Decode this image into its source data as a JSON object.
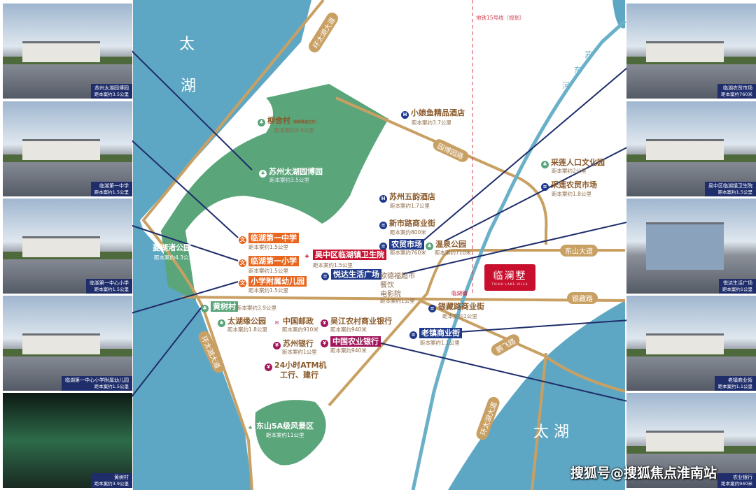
{
  "lake_labels": {
    "tai": "太",
    "hu": "湖",
    "lake_se": "太 湖"
  },
  "metro_label": "地铁15号线（规划）",
  "river_label": [
    "苏",
    "东",
    "河"
  ],
  "roads": {
    "huantaihu_top": "环太湖大道",
    "yuanboyuan": "园博园路",
    "dongshan": "东山大道",
    "yincang": "银藏路",
    "pengfei": "鹏飞路",
    "huantaihu_left": "环太湖大道",
    "huantaihu_right": "环太湖大道"
  },
  "project": {
    "name": "临澜墅",
    "subtitle": "TAIHU LAKE VILLA",
    "town": "临湖镇"
  },
  "pois": [
    {
      "name": "柳舍村",
      "note": "（南部悬崖古村）",
      "dist": "距本案约4.9公里"
    },
    {
      "name": "苏州太湖园博园",
      "dist": "距本案约3.5公里"
    },
    {
      "name": "小娘鱼精品酒店",
      "dist": "距本案约3.7公里"
    },
    {
      "name": "苏州五韵酒店",
      "dist": "距本案约1.7公里"
    },
    {
      "name": "新市路商业街",
      "dist": "距本案约800米"
    },
    {
      "name": "农贸市场",
      "dist": "距本案约760米"
    },
    {
      "name": "温泉公园",
      "dist": "距本案约710米"
    },
    {
      "name": "采莲人口文化园",
      "dist": "距本案约2公里"
    },
    {
      "name": "采莲农贸市场",
      "dist": "距本案约1.8公里"
    },
    {
      "name": "临湖第一中学",
      "dist": "距本案约1.5公里"
    },
    {
      "name": "临湖第一小学",
      "dist": "距本案约1.5公里"
    },
    {
      "name": "小学附属幼儿园",
      "dist": "距本案约1.5公里"
    },
    {
      "name": "吴中区临湖镇卫生院",
      "dist": "距本案约1.5公里"
    },
    {
      "name": "悦达生活广场",
      "extra": [
        "欧德福超市",
        "餐饮",
        "电影院"
      ],
      "dist": "距本案约1公里"
    },
    {
      "name": "菱湖渚公园",
      "dist": "距本案约4.3公里"
    },
    {
      "name": "黄树村",
      "dist": "距本案约3.9公里"
    },
    {
      "name": "银藏路商业街",
      "dist": "距本案约1公里"
    },
    {
      "name": "太湖缘公园",
      "dist": "距本案约1.8公里"
    },
    {
      "name": "中国邮政",
      "dist": "距本案约910米"
    },
    {
      "name": "吴江农村商业银行",
      "dist": "距本案约940米"
    },
    {
      "name": "苏州银行",
      "dist": "距本案约1公里"
    },
    {
      "name": "中国农业银行",
      "dist": "距本案约940米"
    },
    {
      "name": "老镇商业街",
      "dist": "距本案约1.1公里"
    },
    {
      "name": "24小时ATM机",
      "extra": [
        "工行、建行"
      ]
    },
    {
      "name": "东山5A级风景区",
      "dist": "距本案约11公里"
    }
  ],
  "photos_left": [
    {
      "name": "苏州太湖园博园",
      "dist": "距本案约3.5公里"
    },
    {
      "name": "临湖第一中学",
      "dist": "距本案约1.5公里"
    },
    {
      "name": "临湖第一中心小学",
      "dist": "距本案约1.5公里"
    },
    {
      "name": "临湖第一中心小学附属幼儿园",
      "dist": "距本案约1.5公里"
    },
    {
      "name": "黄树村",
      "dist": "距本案约3.9公里"
    }
  ],
  "photos_right": [
    {
      "name": "临湖农贸市场",
      "dist": "距本案约760米"
    },
    {
      "name": "吴中区临湖镇卫生院",
      "dist": "距本案约1.5公里"
    },
    {
      "name": "悦达生活广场",
      "dist": "距本案约1公里"
    },
    {
      "name": "老镇商业街",
      "dist": "距本案约1.1公里"
    },
    {
      "name": "农业银行",
      "dist": "距本案约940米"
    }
  ],
  "watermark": "搜狐号@搜狐焦点淮南站",
  "colors": {
    "lake": "#5ea7c4",
    "green": "#5aa57a",
    "road": "#c9a063",
    "line": "#1f2d6b"
  }
}
